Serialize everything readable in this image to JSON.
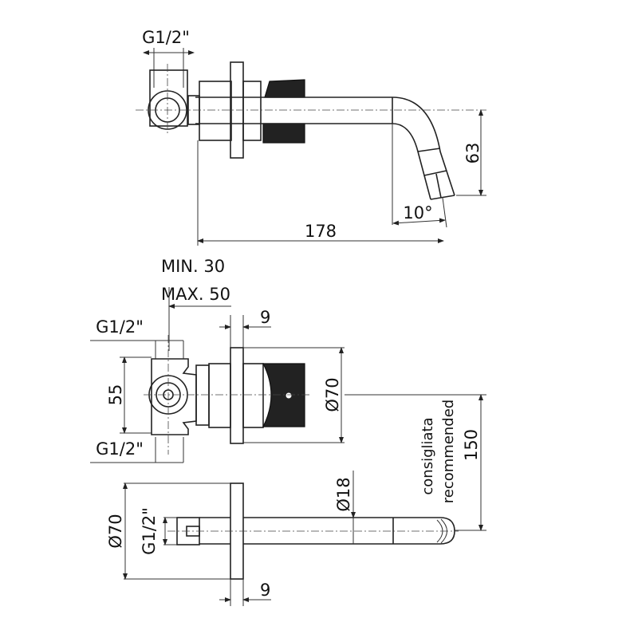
{
  "top_view": {
    "thread_label": "G1/2\"",
    "length_label": "178",
    "height_label": "63",
    "angle_label": "10°"
  },
  "front_view": {
    "min_label": "MIN. 30",
    "max_label": "MAX. 50",
    "plate_thickness_label": "9",
    "thread_top_label": "G1/2\"",
    "body_height_label": "55",
    "plate_diameter_label": "Ø70",
    "thread_bottom_label": "G1/2\"",
    "distance_label": "150",
    "note_it": "consigliata",
    "note_en": "recommended"
  },
  "spout_view": {
    "plate_diameter_label": "Ø70",
    "thread_label": "G1/2\"",
    "tube_diameter_label": "Ø18",
    "plate_thickness_label": "9"
  }
}
